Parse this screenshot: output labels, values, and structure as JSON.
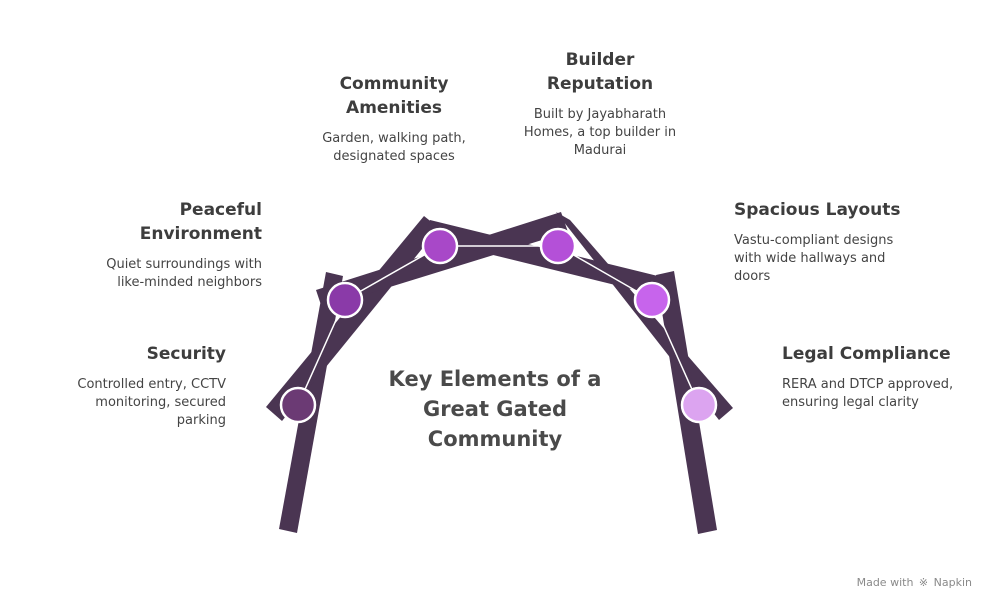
{
  "title": "Key Elements of a Great Gated Community",
  "colors": {
    "beam": "#4a3552",
    "security": "#6b3a74",
    "peaceful": "#8a3aa8",
    "amenities": "#a848c8",
    "builder": "#b450d8",
    "spacious": "#c764ec",
    "legal": "#dca4f0"
  },
  "elements": {
    "security": {
      "heading": "Security",
      "description": "Controlled entry, CCTV monitoring, secured parking"
    },
    "peaceful": {
      "heading": "Peaceful Environment",
      "description": "Quiet surroundings with like-minded neighbors"
    },
    "amenities": {
      "heading": "Community Amenities",
      "description": "Garden, walking path, designated spaces"
    },
    "builder": {
      "heading": "Builder Reputation",
      "description": "Built by Jayabharath Homes, a top builder in Madurai"
    },
    "spacious": {
      "heading": "Spacious Layouts",
      "description": "Vastu-compliant designs with wide hallways and doors"
    },
    "legal": {
      "heading": "Legal Compliance",
      "description": "RERA and DTCP approved, ensuring legal clarity"
    }
  },
  "footer": {
    "prefix": "Made with",
    "brand": "Napkin",
    "brand_icon": "napkin-logo-icon"
  }
}
